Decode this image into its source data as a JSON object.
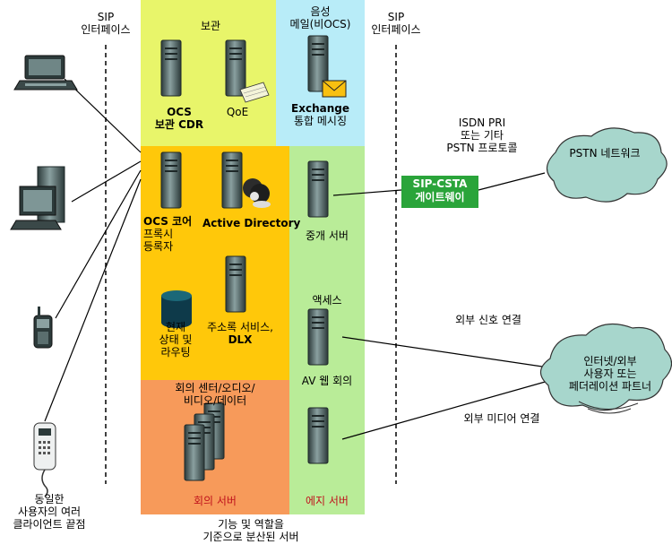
{
  "sip_left": [
    "SIP",
    "인터페이스"
  ],
  "sip_right": [
    "SIP",
    "인터페이스"
  ],
  "client_caption": [
    "동일한",
    "사용자의 여러",
    "클라이언트 끝점"
  ],
  "bottom_caption": [
    "기능 및 역할을",
    "기준으로 분산된 서버"
  ],
  "archive": {
    "title": "보관",
    "ocs_lines": [
      "OCS",
      "보관 CDR"
    ],
    "qoe": "QoE"
  },
  "voicemail": {
    "title_lines": [
      "음성",
      "메일(비OCS)"
    ],
    "exchange_lines": [
      "Exchange",
      "통합 메시징"
    ]
  },
  "core": {
    "ocs_core_lines": [
      "OCS 코어",
      "프록시",
      "등록자"
    ],
    "active_directory": "Active Directory",
    "address_lines": [
      "주소록 서비스,",
      "DLX"
    ],
    "presence_lines": [
      "현재",
      "상태 및",
      "라우팅"
    ]
  },
  "mediation": "중개 서버",
  "access": "액세스",
  "av": "AV 웹 회의",
  "conference": {
    "title_lines": [
      "회의 센터/오디오/",
      "비디오/데이터"
    ],
    "server": "회의 서버"
  },
  "edge": "에지 서버",
  "isdn_lines": [
    "ISDN PRI",
    "또는 기타",
    "PSTN 프로토콜"
  ],
  "pstn": "PSTN 네트워크",
  "gateway_lines": [
    "SIP-CSTA",
    "게이트웨이"
  ],
  "external_signal": "외부 신호 연결",
  "external_media": "외부 미디어 연결",
  "internet_lines": [
    "인터넷/외부",
    "사용자 또는",
    "페더레이션 파트너"
  ],
  "colors": {
    "archive": "#e8f56a",
    "voicemail": "#b8ecf8",
    "core": "#ffc80a",
    "conference": "#f79a5a",
    "edge": "#b9ec98",
    "gateway": "#2aa43a",
    "cloud": "#a7d6cc",
    "accent_red": "#c0121c"
  }
}
